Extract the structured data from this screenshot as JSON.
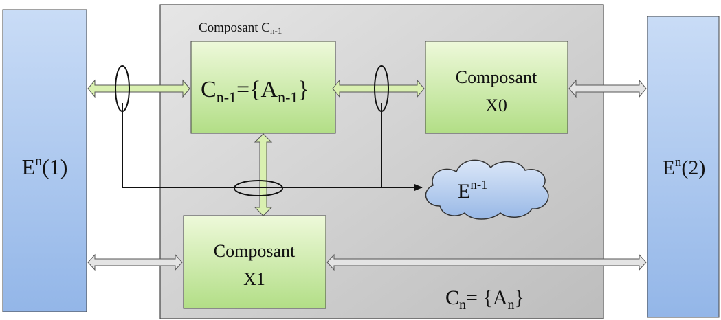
{
  "diagram": {
    "outer_component": {
      "caption_main": "Composant C",
      "caption_sub": "n-1",
      "set_label": {
        "c": "C",
        "c_sub": "n",
        "eq": "= {A",
        "a_sub": "n",
        "close": "}"
      }
    },
    "left_env": {
      "base": "E",
      "sup": "n",
      "arg": "(1)"
    },
    "right_env": {
      "base": "E",
      "sup": "n",
      "arg": "(2)"
    },
    "inner_component": {
      "c": "C",
      "c_sub": "n-1",
      "eq": "={A",
      "a_sub": "n-1",
      "close": "}"
    },
    "component_x0": {
      "line1": "Composant",
      "line2": "X0"
    },
    "component_x1": {
      "line1": "Composant",
      "line2": "X1"
    },
    "cloud": {
      "base": "E",
      "sup": "n-1"
    },
    "colors": {
      "env_fill_top": "#c9dcf6",
      "env_fill_bottom": "#93b6e8",
      "component_fill_top": "#eaf7d2",
      "component_fill_bottom": "#b5e08a",
      "outer_fill": "#d0d0d0",
      "green_arrow": "#d9f0b0",
      "grey_arrow": "#e4e4e4",
      "cloud_fill": "#b7cff2"
    }
  }
}
